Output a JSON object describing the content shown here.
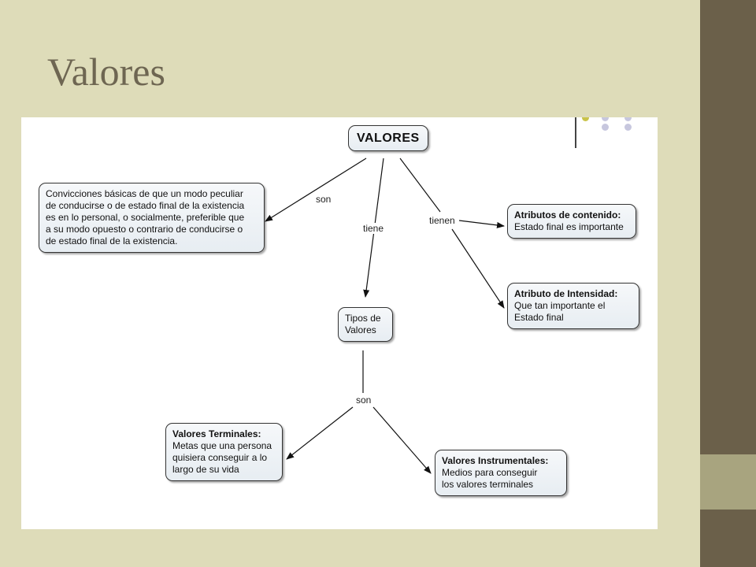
{
  "slide": {
    "title": "Valores"
  },
  "map": {
    "root": "VALORES",
    "def_lines": [
      "Convicciones básicas de que un modo peculiar",
      "de conducirse o de estado final de la existencia",
      "es en lo personal, o socialmente, preferible que",
      "a su modo opuesto o contrario de conducirse o",
      "de estado final de la existencia."
    ],
    "attr1": {
      "title": "Atributos de contenido:",
      "lines": [
        "Estado final es importante"
      ]
    },
    "attr2": {
      "title": "Atributo de Intensidad:",
      "lines": [
        "Que tan importante el",
        "Estado final"
      ]
    },
    "tipos": {
      "lines": [
        "Tipos de",
        "Valores"
      ]
    },
    "terminal": {
      "title": "Valores Terminales:",
      "lines": [
        "Metas que una persona",
        "quisiera conseguir a lo",
        "largo de su vida"
      ]
    },
    "instrumental": {
      "title": "Valores Instrumentales:",
      "lines": [
        "Medios para conseguir",
        "los valores terminales"
      ]
    },
    "links": {
      "son": "son",
      "tiene": "tiene",
      "tienen": "tienen",
      "son2": "son"
    }
  },
  "colors": {
    "background": "#dedcb9",
    "accent_bar": "#6b604a",
    "accent_block": "#a8a47f",
    "title": "#6e6652"
  }
}
